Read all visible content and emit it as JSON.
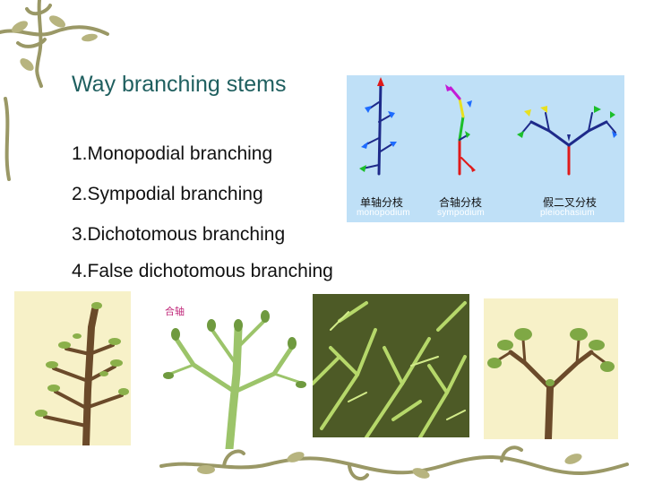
{
  "slide": {
    "title": "Way branching stems",
    "items": [
      "1.Monopodial branching",
      "2.Sympodial branching",
      "3.Dichotomous branching",
      "4.False dichotomous branching"
    ]
  },
  "diagram": {
    "captions": [
      {
        "zh": "单轴分枝",
        "en": "monopodium"
      },
      {
        "zh": "合轴分枝",
        "en": "sympodium"
      },
      {
        "zh": "假二叉分枝",
        "en": "pleiochasium"
      }
    ]
  },
  "photos": {
    "sympodial_label": "合轴"
  },
  "colors": {
    "title": "#1f5f5f",
    "vine": "#9a9866",
    "diagram_bg": "#bfe0f7"
  }
}
